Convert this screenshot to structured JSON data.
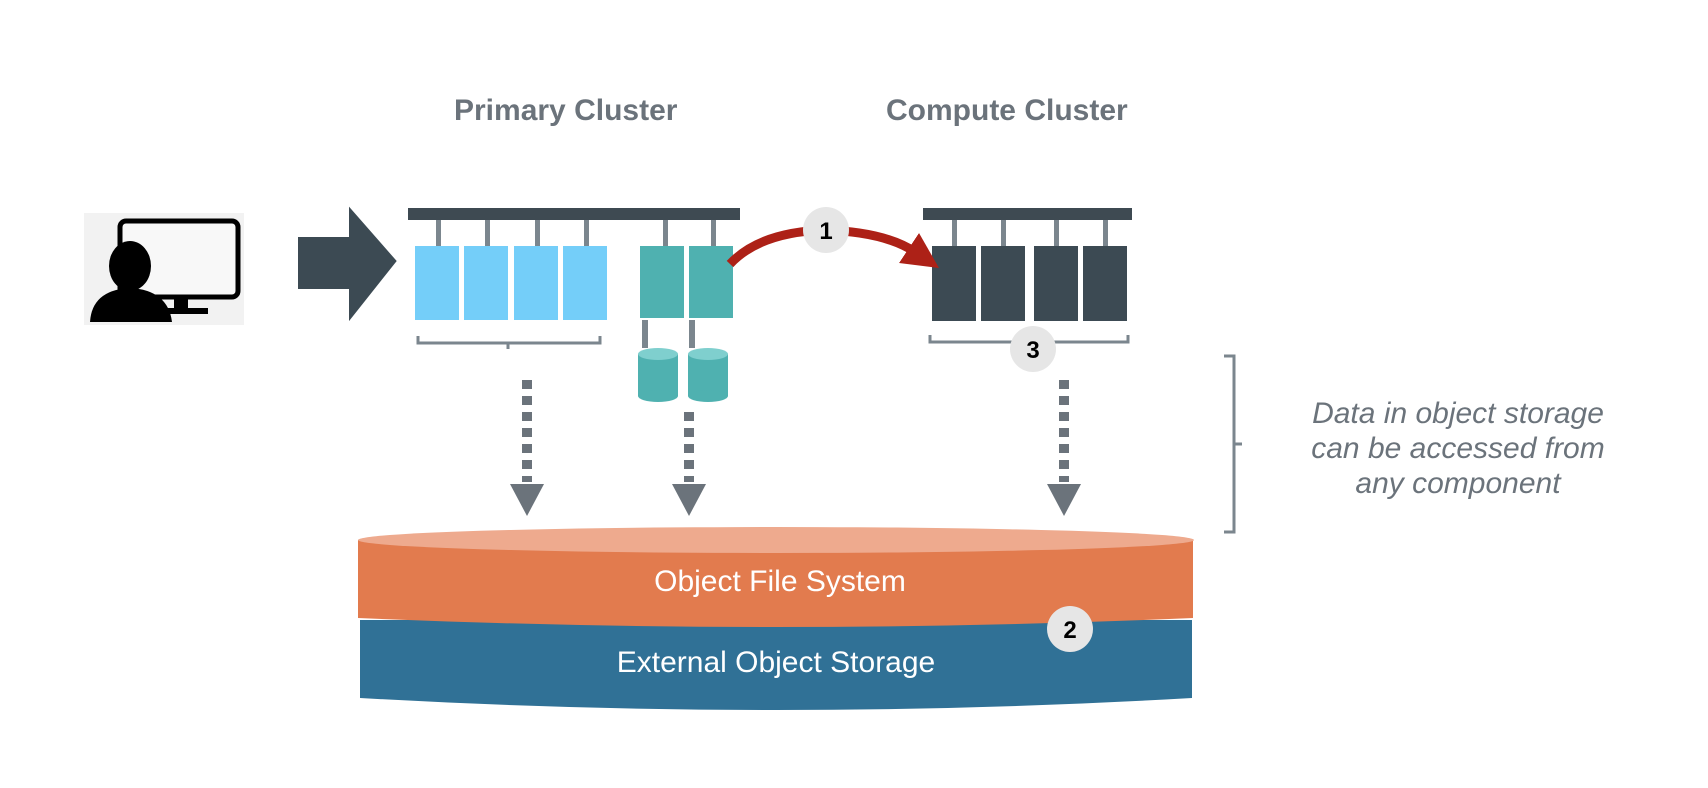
{
  "headings": {
    "primary_cluster": "Primary Cluster",
    "compute_cluster": "Compute Cluster"
  },
  "storage": {
    "object_file_system": "Object File System",
    "external_object_storage": "External Object Storage"
  },
  "callouts": [
    "1",
    "2",
    "3"
  ],
  "note": {
    "line1": "Data in object storage",
    "line2": "can be accessed from",
    "line3": "any component"
  },
  "icons": {
    "user": "user-at-monitor-icon",
    "input_arrow": "right-arrow-icon"
  },
  "colors": {
    "bus": "#3e4a52",
    "primary_nodes": "#74cef9",
    "hdfs_nodes": "#4fb1b0",
    "compute_nodes": "#3c4a53",
    "migration_arrow": "#ad2117",
    "object_file_system": "#e27b4e",
    "object_file_system_top": "#eeaa8e",
    "external_object_storage": "#307196",
    "text_gray": "#6b737b"
  }
}
